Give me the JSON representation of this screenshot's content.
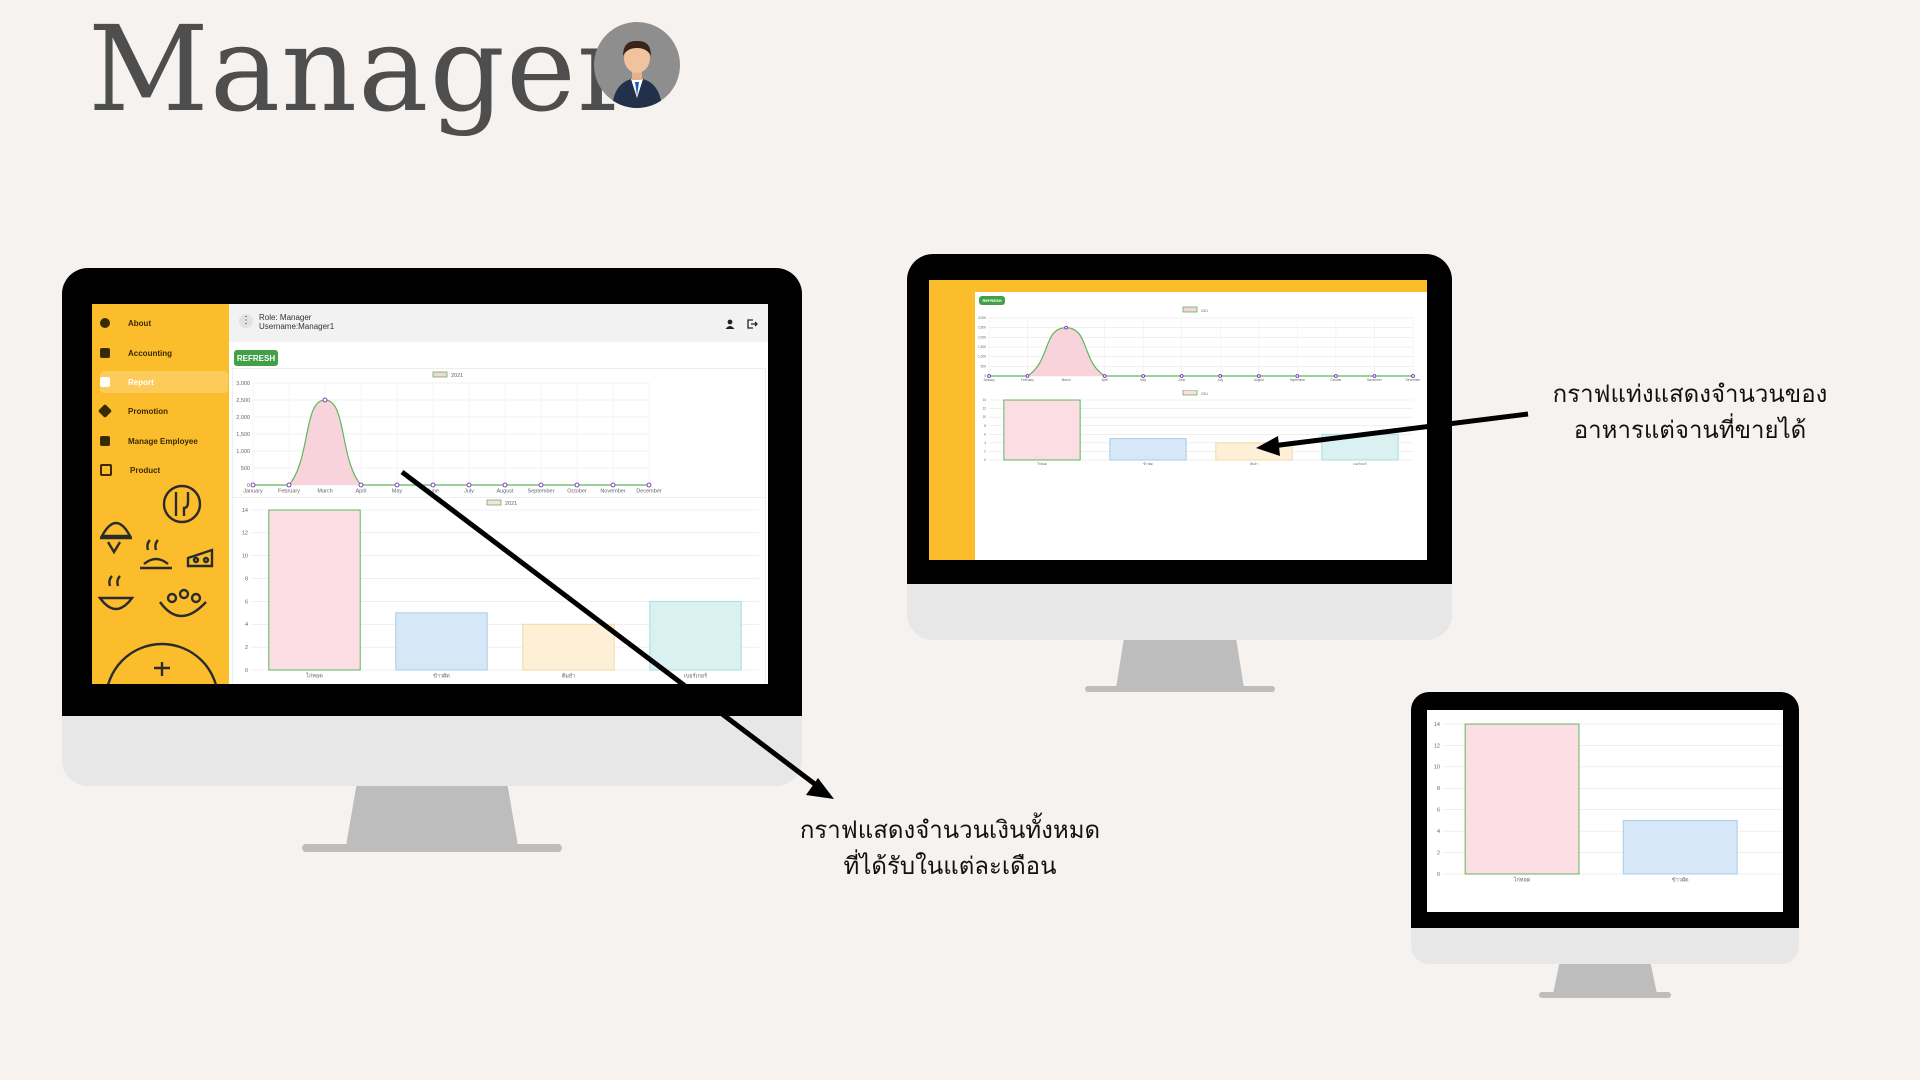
{
  "heading": "Manager",
  "sidebar": {
    "items": [
      {
        "label": "About",
        "icon": "info-icon"
      },
      {
        "label": "Accounting",
        "icon": "bank-icon"
      },
      {
        "label": "Report",
        "icon": "chart-icon"
      },
      {
        "label": "Promotion",
        "icon": "tag-icon"
      },
      {
        "label": "Manage Employee",
        "icon": "employee-icon"
      },
      {
        "label": "Product",
        "icon": "product-icon"
      }
    ]
  },
  "header": {
    "role": "Role: Manager",
    "username": "Username:Manager1"
  },
  "refresh_label": "REFRESH",
  "captions": {
    "line_chart_1": "กราฟแสดงจำนวนเงินทั้งหมด",
    "line_chart_2": "ที่ได้รับในแต่ละเดือน",
    "bar_chart_1": "กราฟแท่งแสดงจำนวนของ",
    "bar_chart_2": "อาหารแต่จานที่ขายได้"
  },
  "chart_data": [
    {
      "type": "area",
      "legend": "2021",
      "x": [
        "January",
        "February",
        "March",
        "April",
        "May",
        "June",
        "July",
        "August",
        "September",
        "October",
        "November",
        "December"
      ],
      "values": [
        0,
        0,
        2500,
        0,
        0,
        0,
        0,
        0,
        0,
        0,
        0,
        0
      ],
      "ylim": [
        0,
        3000
      ],
      "yticks": [
        "0",
        "500",
        "1,000",
        "1,500",
        "2,000",
        "2,500",
        "3,000"
      ],
      "fill": "#f8d3dc",
      "stroke": "#5cb85c",
      "point": "#7b2cbf"
    },
    {
      "type": "bar",
      "legend": "2021",
      "categories": [
        "ไก่ทอด",
        "ข้าวผัด",
        "ต้มยำ",
        "เบอร์เกอร์"
      ],
      "values": [
        14,
        5,
        4,
        6
      ],
      "ylim": [
        0,
        14
      ],
      "yticks": [
        "0",
        "2",
        "4",
        "6",
        "8",
        "10",
        "12",
        "14"
      ],
      "fills": [
        "#fbdde3",
        "#d6e8f7",
        "#fdf0d7",
        "#d9f1f1"
      ],
      "strokes": [
        "#5cb85c",
        "#a9cbe8",
        "#f1d9a8",
        "#a8dcdc"
      ]
    }
  ],
  "colors": {
    "sidebar": "#fbbd2c",
    "refresh": "#43a047"
  }
}
